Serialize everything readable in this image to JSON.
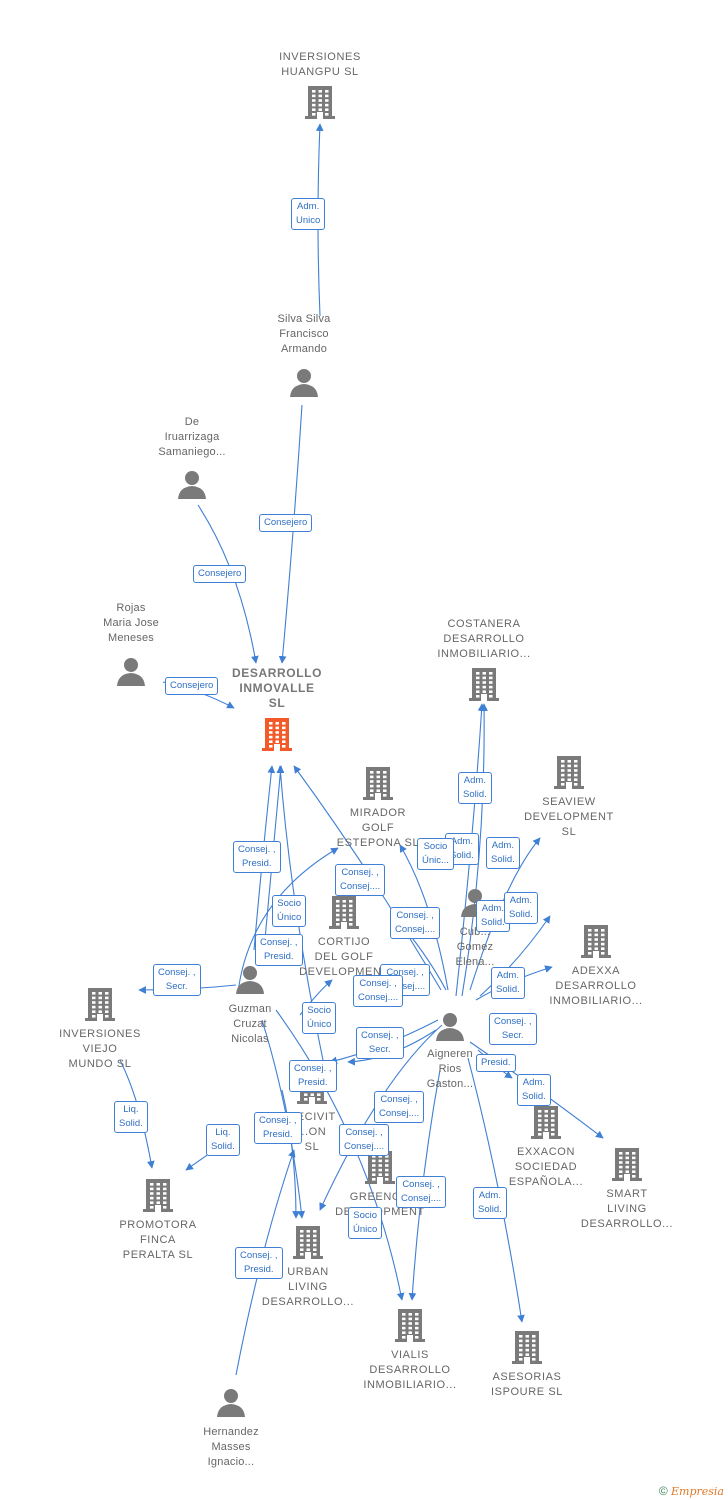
{
  "colors": {
    "edge": "#3f7fd4",
    "icon": "#7a7a7a",
    "focus": "#f25a2a",
    "label_text": "#666666"
  },
  "nodes": [
    {
      "id": "huangpu",
      "type": "company",
      "lines": [
        "INVERSIONES",
        "HUANGPU  SL"
      ]
    },
    {
      "id": "silva",
      "type": "person",
      "lines": [
        "Silva Silva",
        "Francisco",
        "Armando"
      ]
    },
    {
      "id": "iruarrizaga",
      "type": "person",
      "lines": [
        "De",
        "Iruarrizaga",
        "Samaniego..."
      ]
    },
    {
      "id": "rojas",
      "type": "person",
      "lines": [
        "Rojas",
        "Maria Jose",
        "Meneses"
      ]
    },
    {
      "id": "desarrollo",
      "type": "focus",
      "lines": [
        "DESARROLLO",
        "INMOVALLE",
        "SL"
      ]
    },
    {
      "id": "costanera",
      "type": "company",
      "lines": [
        "COSTANERA",
        "DESARROLLO",
        "INMOBILIARIO..."
      ]
    },
    {
      "id": "seaview",
      "type": "company",
      "lines": [
        "SEAVIEW",
        "DEVELOPMENT",
        "SL"
      ]
    },
    {
      "id": "mirador",
      "type": "company",
      "lines": [
        "MIRADOR",
        "GOLF",
        "ESTEPONA  SL"
      ]
    },
    {
      "id": "cortijo",
      "type": "company",
      "lines": [
        "CORTIJO",
        "DEL GOLF",
        "DEVELOPMENT"
      ]
    },
    {
      "id": "cubillo",
      "type": "person",
      "lines": [
        "Cub...",
        "Gomez",
        "Elena..."
      ]
    },
    {
      "id": "adexxa",
      "type": "company",
      "lines": [
        "ADEXXA",
        "DESARROLLO",
        "INMOBILIARIO..."
      ]
    },
    {
      "id": "guzman",
      "type": "person",
      "lines": [
        "Guzman",
        "Cruzat",
        "Nicolas"
      ]
    },
    {
      "id": "viejo",
      "type": "company",
      "lines": [
        "INVERSIONES",
        "VIEJO",
        "MUNDO SL"
      ]
    },
    {
      "id": "aigneren",
      "type": "person",
      "lines": [
        "Aigneren",
        "Rios",
        "Gaston..."
      ]
    },
    {
      "id": "decivit",
      "type": "company",
      "lines": [
        "DECIVIT",
        "...ON",
        "SL"
      ]
    },
    {
      "id": "exxacon",
      "type": "company",
      "lines": [
        "EXXACON",
        "SOCIEDAD",
        "ESPAÑOLA..."
      ]
    },
    {
      "id": "smart",
      "type": "company",
      "lines": [
        "SMART",
        "LIVING",
        "DESARROLLO..."
      ]
    },
    {
      "id": "promotora",
      "type": "company",
      "lines": [
        "PROMOTORA",
        "FINCA",
        "PERALTA  SL"
      ]
    },
    {
      "id": "greengo",
      "type": "company",
      "lines": [
        "GREENGO",
        "DEVELOPMENT"
      ]
    },
    {
      "id": "urban",
      "type": "company",
      "lines": [
        "URBAN",
        "LIVING",
        "DESARROLLO..."
      ]
    },
    {
      "id": "vialis",
      "type": "company",
      "lines": [
        "VIALIS",
        "DESARROLLO",
        "INMOBILIARIO..."
      ]
    },
    {
      "id": "asesorias",
      "type": "company",
      "lines": [
        "ASESORIAS",
        "ISPOURE  SL"
      ]
    },
    {
      "id": "hernandez",
      "type": "person",
      "lines": [
        "Hernandez",
        "Masses",
        "Ignacio..."
      ]
    }
  ],
  "edge_labels": [
    {
      "id": "l1",
      "lines": [
        "Adm.",
        "Unico"
      ]
    },
    {
      "id": "l2",
      "lines": [
        "Consejero"
      ]
    },
    {
      "id": "l3",
      "lines": [
        "Consejero"
      ]
    },
    {
      "id": "l4",
      "lines": [
        "Consejero"
      ]
    },
    {
      "id": "l5",
      "lines": [
        "Adm.",
        "Solid."
      ]
    },
    {
      "id": "l6",
      "lines": [
        "Consej. ,",
        "Presid."
      ]
    },
    {
      "id": "l7",
      "lines": [
        "Consej. ,",
        "Consej...."
      ]
    },
    {
      "id": "l8",
      "lines": [
        "Socio",
        "Único"
      ]
    },
    {
      "id": "l9",
      "lines": [
        "Adm.",
        "Solid."
      ]
    },
    {
      "id": "l10",
      "lines": [
        "Adm.",
        "Solid."
      ]
    },
    {
      "id": "l11",
      "lines": [
        "Consej. ,",
        "Consej...."
      ]
    },
    {
      "id": "l12",
      "lines": [
        "Adm.",
        "Solid."
      ]
    },
    {
      "id": "l13",
      "lines": [
        "Consej. ,",
        "Presid."
      ]
    },
    {
      "id": "l14",
      "lines": [
        "Consej. ,",
        "Secr."
      ]
    },
    {
      "id": "l15",
      "lines": [
        "Consej. ,",
        "Consej...."
      ]
    },
    {
      "id": "l16",
      "lines": [
        "Adm.",
        "Solid."
      ]
    },
    {
      "id": "l17",
      "lines": [
        "Socio",
        "Único"
      ]
    },
    {
      "id": "l18",
      "lines": [
        "Consej. ,",
        "Secr."
      ]
    },
    {
      "id": "l19",
      "lines": [
        "Consej. ,",
        "Secr."
      ]
    },
    {
      "id": "l20",
      "lines": [
        "Consej. ,",
        "Presid."
      ]
    },
    {
      "id": "l21",
      "lines": [
        "Presid."
      ]
    },
    {
      "id": "l22",
      "lines": [
        "Adm.",
        "Solid."
      ]
    },
    {
      "id": "l23",
      "lines": [
        "Liq.",
        "Solid."
      ]
    },
    {
      "id": "l24",
      "lines": [
        "Consej. ,",
        "Presid."
      ]
    },
    {
      "id": "l25",
      "lines": [
        "Liq.",
        "Solid."
      ]
    },
    {
      "id": "l26",
      "lines": [
        "Consej. ,",
        "Consej...."
      ]
    },
    {
      "id": "l27",
      "lines": [
        "Consej. ,",
        "Consej...."
      ]
    },
    {
      "id": "l28",
      "lines": [
        "Consej. ,",
        "Consej...."
      ]
    },
    {
      "id": "l29",
      "lines": [
        "Adm.",
        "Solid."
      ]
    },
    {
      "id": "l30",
      "lines": [
        "Socio",
        "Único"
      ]
    },
    {
      "id": "l31",
      "lines": [
        "Consej. ,",
        "Presid."
      ]
    },
    {
      "id": "l32",
      "lines": [
        "Socio",
        "Únic..."
      ]
    },
    {
      "id": "l33",
      "lines": [
        "Adm.",
        "Solid."
      ]
    },
    {
      "id": "l34",
      "lines": [
        "Consej. ,",
        "Consej...."
      ]
    }
  ],
  "footer": {
    "copyright": "©",
    "brand": "Empresia"
  }
}
